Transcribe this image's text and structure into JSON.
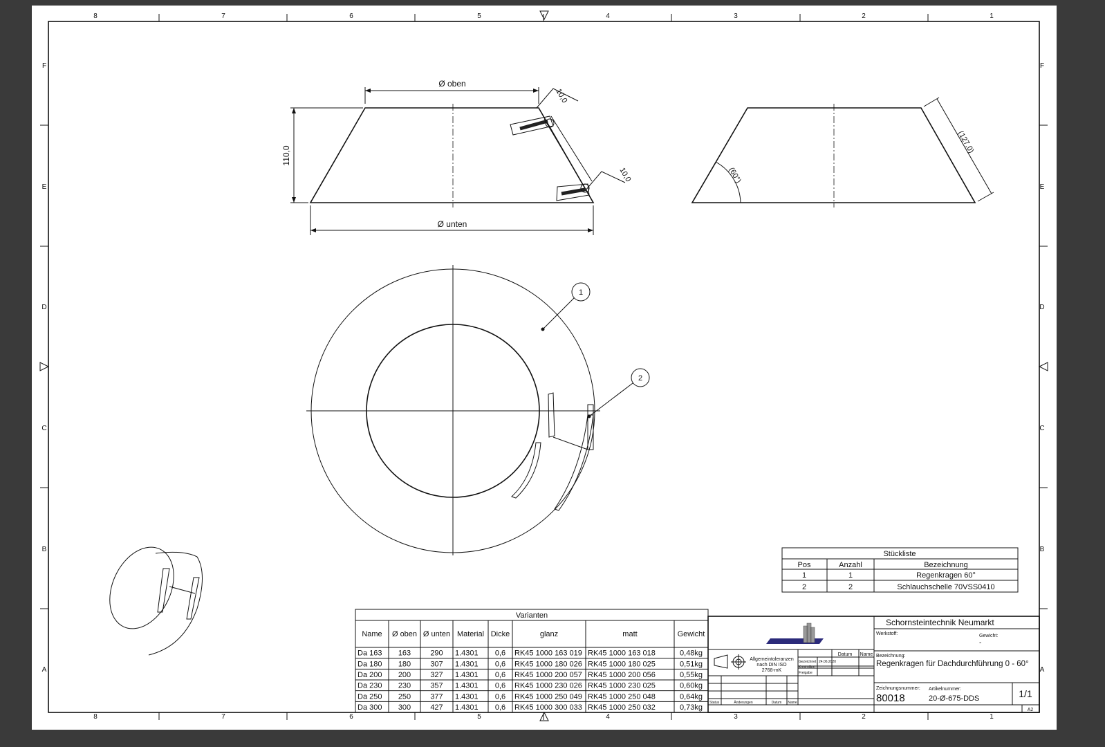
{
  "zones": {
    "columns": [
      "8",
      "7",
      "6",
      "5",
      "4",
      "3",
      "2",
      "1"
    ],
    "rows": [
      "F",
      "E",
      "D",
      "C",
      "B",
      "A"
    ]
  },
  "dimensions": {
    "d_top": "Ø oben",
    "d_bottom": "Ø unten",
    "height": "110,0",
    "clamp_w1": "10,0",
    "clamp_w2": "10,0",
    "angle": "(60°)",
    "slant": "(127,0)"
  },
  "balloons": [
    "1",
    "2"
  ],
  "parts_list": {
    "title": "Stückliste",
    "headers": [
      "Pos",
      "Anzahl",
      "Bezeichnung"
    ],
    "rows": [
      [
        "1",
        "1",
        "Regenkragen 60°"
      ],
      [
        "2",
        "2",
        "Schlauchschelle 70VSS0410"
      ]
    ]
  },
  "variants": {
    "title": "Varianten",
    "headers": [
      "Name",
      "Ø oben",
      "Ø unten",
      "Material",
      "Dicke",
      "glanz",
      "matt",
      "Gewicht"
    ],
    "rows": [
      [
        "Da 163",
        "163",
        "290",
        "1.4301",
        "0,6",
        "RK45 1000 163 019",
        "RK45 1000 163 018",
        "0,48kg"
      ],
      [
        "Da 180",
        "180",
        "307",
        "1.4301",
        "0,6",
        "RK45 1000 180 026",
        "RK45 1000 180 025",
        "0,51kg"
      ],
      [
        "Da 200",
        "200",
        "327",
        "1.4301",
        "0,6",
        "RK45 1000 200 057",
        "RK45 1000 200 056",
        "0,55kg"
      ],
      [
        "Da 230",
        "230",
        "357",
        "1.4301",
        "0,6",
        "RK45 1000 230 026",
        "RK45 1000 230 025",
        "0,60kg"
      ],
      [
        "Da 250",
        "250",
        "377",
        "1.4301",
        "0,6",
        "RK45 1000 250 049",
        "RK45 1000 250 048",
        "0,64kg"
      ],
      [
        "Da 300",
        "300",
        "427",
        "1.4301",
        "0,6",
        "RK45 1000 300 033",
        "RK45 1000 250 032",
        "0,73kg"
      ]
    ]
  },
  "title_block": {
    "company": "Schornsteintechnik Neumarkt",
    "material_label": "Werkstoff:",
    "weight_label": "Gewicht:",
    "weight_value": "-",
    "tolerance": [
      "Allgemeintoleranzen",
      "nach DIN ISO",
      "2768-mK"
    ],
    "datum_label": "Datum",
    "name_label": "Name",
    "drawn_label": "Gezeichnet",
    "drawn_date": "24.06.2020",
    "checked_label": "Kontrolliert",
    "release_label": "Freigabe",
    "status_label": "Status",
    "changes_label": "Änderungen",
    "rev_datum_label": "Datum",
    "rev_name_label": "Name",
    "designation_label": "Bezeichnung:",
    "designation": "Regenkragen für Dachdurchführung 0 - 60°",
    "drawing_no_label": "Zeichnungsnummer:",
    "drawing_no": "80018",
    "article_no_label": "Artikelnummer:",
    "article_no": "20-Ø-675-DDS",
    "sheet": "1/1",
    "format": "A2"
  }
}
